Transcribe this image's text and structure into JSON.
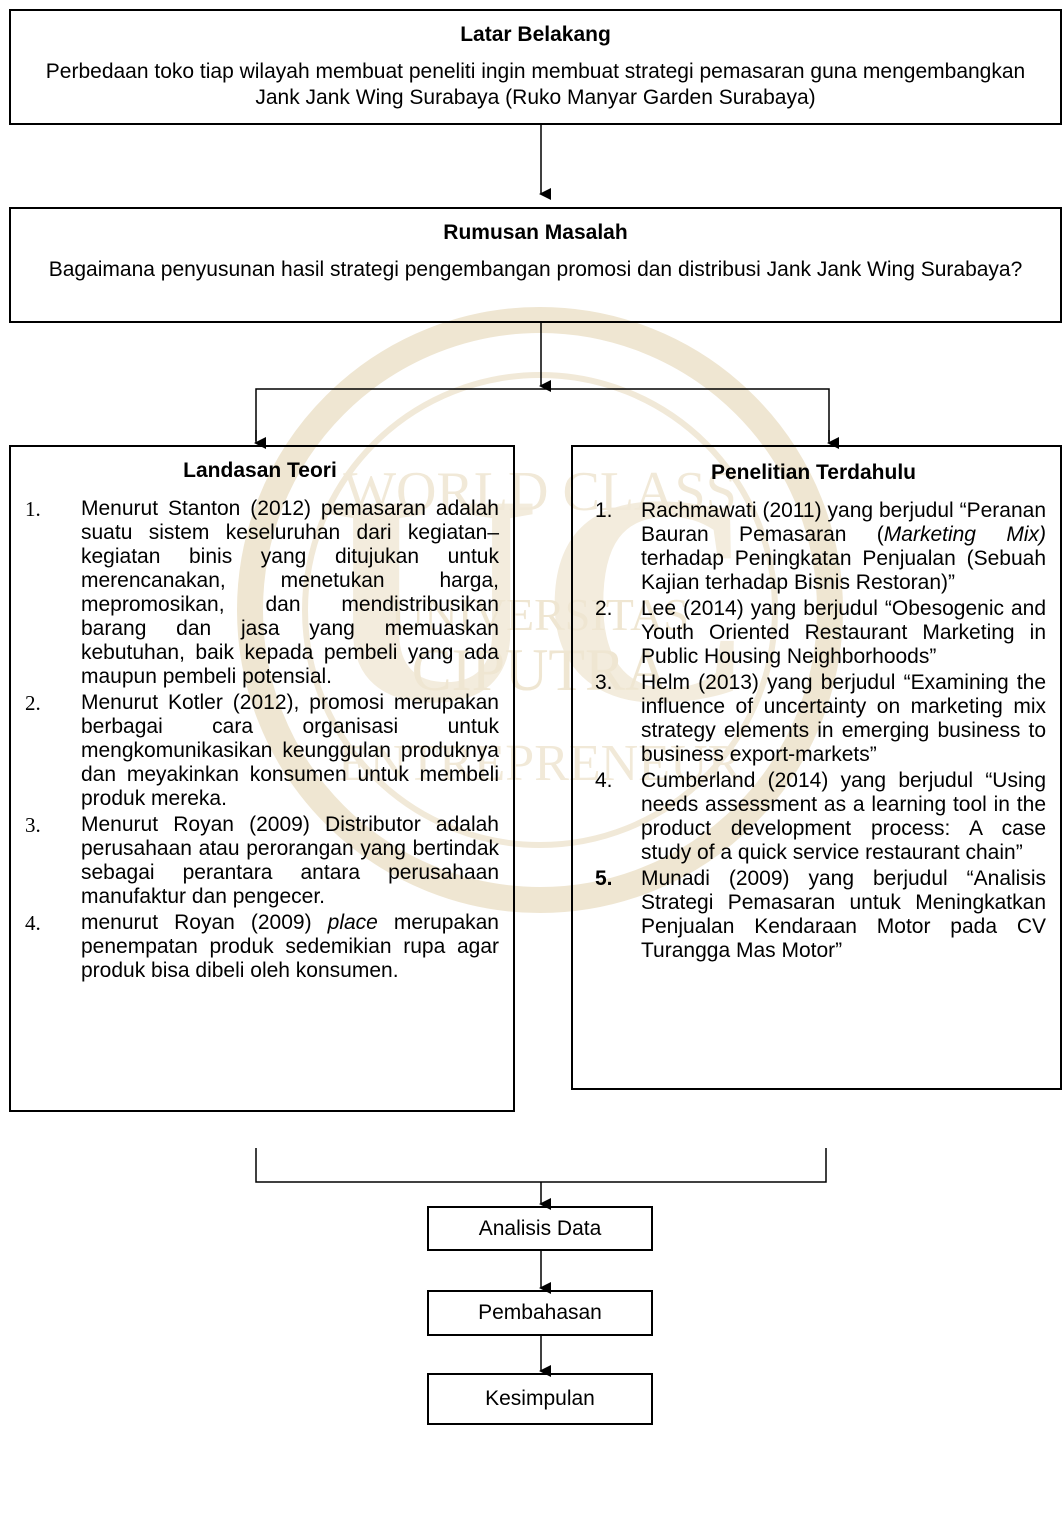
{
  "latar_belakang": {
    "title": "Latar Belakang",
    "text": "Perbedaan toko tiap wilayah membuat peneliti ingin membuat strategi pemasaran guna mengembangkan Jank Jank Wing Surabaya (Ruko Manyar Garden Surabaya)"
  },
  "rumusan_masalah": {
    "title": "Rumusan Masalah",
    "text": "Bagaimana penyusunan hasil strategi pengembangan promosi dan distribusi Jank Jank Wing Surabaya?"
  },
  "landasan_teori": {
    "title": "Landasan Teori",
    "items": [
      {
        "num": "1.",
        "text": "Menurut Stanton (2012) pemasaran adalah suatu sistem keseluruhan dari kegiatan–kegiatan binis yang ditujukan untuk merencanakan, menetukan harga, mepromosikan, dan mendistribusikan barang dan jasa yang memuaskan kebutuhan, baik kepada pembeli yang ada maupun pembeli potensial."
      },
      {
        "num": "2.",
        "text": "Menurut Kotler (2012), promosi merupakan berbagai cara organisasi untuk mengkomunikasikan keunggulan produknya dan meyakinkan konsumen untuk membeli produk mereka."
      },
      {
        "num": "3.",
        "text": "Menurut Royan (2009) Distributor adalah perusahaan atau perorangan yang bertindak sebagai perantara antara perusahaan manufaktur dan pengecer."
      },
      {
        "num": "4.",
        "text_before": "menurut Royan (2009) ",
        "text_italic": "place",
        "text_after": " merupakan penempatan produk sedemikian rupa agar produk bisa dibeli oleh konsumen."
      }
    ]
  },
  "penelitian_terdahulu": {
    "title": "Penelitian Terdahulu",
    "items": [
      {
        "num": "1.",
        "text_before": "Rachmawati (2011) yang berjudul “Peranan Bauran Pemasaran (",
        "text_italic": "Marketing Mix)",
        "text_after": " terhadap Peningkatan Penjualan (Sebuah Kajian terhadap Bisnis Restoran)”"
      },
      {
        "num": "2.",
        "text": "Lee (2014) yang berjudul “Obesogenic and Youth Oriented Restaurant Marketing in Public Housing Neighborhoods”"
      },
      {
        "num": "3.",
        "text": "Helm (2013) yang berjudul “Examining the influence of uncertainty on marketing mix strategy elements in emerging business to business export-markets”"
      },
      {
        "num": "4.",
        "text": "Cumberland (2014) yang berjudul “Using needs assessment as a learning tool in the product development process: A case study of a quick service restaurant chain”"
      },
      {
        "num": "5.",
        "text": "Munadi (2009) yang berjudul “Analisis Strategi Pemasaran untuk Meningkatkan Penjualan Kendaraan Motor pada CV Turangga Mas Motor”"
      }
    ]
  },
  "steps": {
    "analisis": "Analisis Data",
    "pembahasan": "Pembahasan",
    "kesimpulan": "Kesimpulan"
  },
  "watermark": {
    "text_top": "WORLD CLASS",
    "text_mid": "UNIVERSITAS",
    "text_name": "CIPUTRA",
    "text_bottom": "ENTREPRENEUR",
    "letters": "UC",
    "color": "#e8dcc0"
  }
}
